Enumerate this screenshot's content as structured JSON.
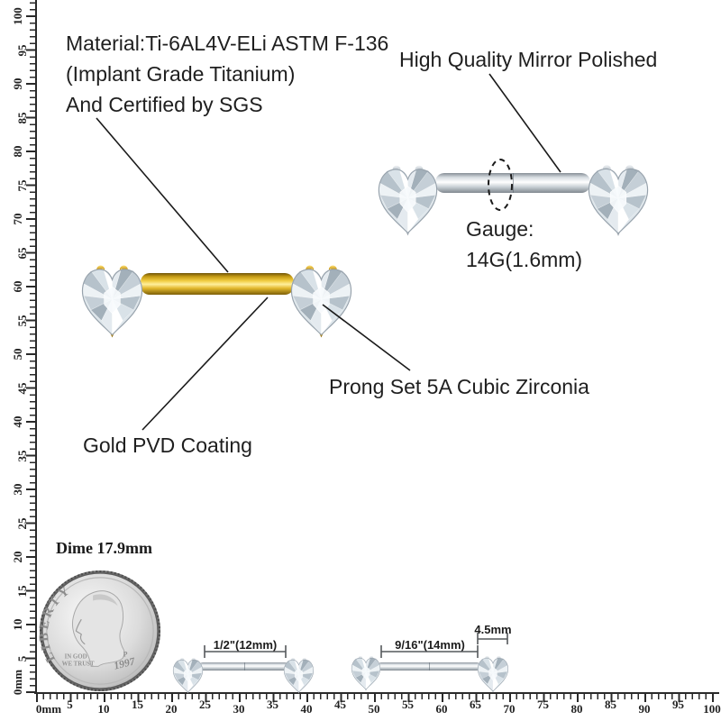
{
  "colors": {
    "background": "#ffffff",
    "text": "#1f1f1f",
    "ruler": "#2a2a2a",
    "gold_light": "#ffe27a",
    "gold_mid": "#c79410",
    "gold_dark": "#8a6508",
    "silver_light": "#f4f6f8",
    "silver_mid": "#c3cbd2",
    "silver_dark": "#8d969e",
    "annotation_line": "#1a1a1a",
    "bracket_line": "#55585c"
  },
  "annotations": {
    "material_line1": "Material:Ti-6AL4V-ELi ASTM F-136",
    "material_line2": "(Implant Grade Titanium)",
    "material_line3": "And Certified by SGS",
    "mirror_polished": "High Quality Mirror Polished",
    "gauge_label": "Gauge:",
    "gauge_value": "14G(1.6mm)",
    "prong": "Prong Set 5A Cubic Zirconia",
    "coating": "Gold PVD Coating",
    "dime_label": "Dime 17.9mm"
  },
  "measurements": {
    "bar1_length": "1/2\"(12mm)",
    "bar2_length": "9/16\"(14mm)",
    "gem_width": "4.5mm"
  },
  "coin": {
    "legend": "LIBERTY",
    "motto_line1": "IN GOD",
    "motto_line2": "WE TRUST",
    "mint_mark": "P",
    "year": "1997"
  },
  "rulers": {
    "horizontal_labels": [
      "0mm",
      "5",
      "10",
      "15",
      "20",
      "25",
      "30",
      "35",
      "40",
      "45",
      "50",
      "55",
      "60",
      "65",
      "70",
      "75",
      "80",
      "85",
      "90",
      "95",
      "100"
    ],
    "vertical_labels": [
      "0mm",
      "5",
      "10",
      "15",
      "20",
      "25",
      "30",
      "35",
      "40",
      "45",
      "50",
      "55",
      "60",
      "65",
      "70",
      "75",
      "80",
      "85",
      "90",
      "95",
      "100"
    ]
  }
}
